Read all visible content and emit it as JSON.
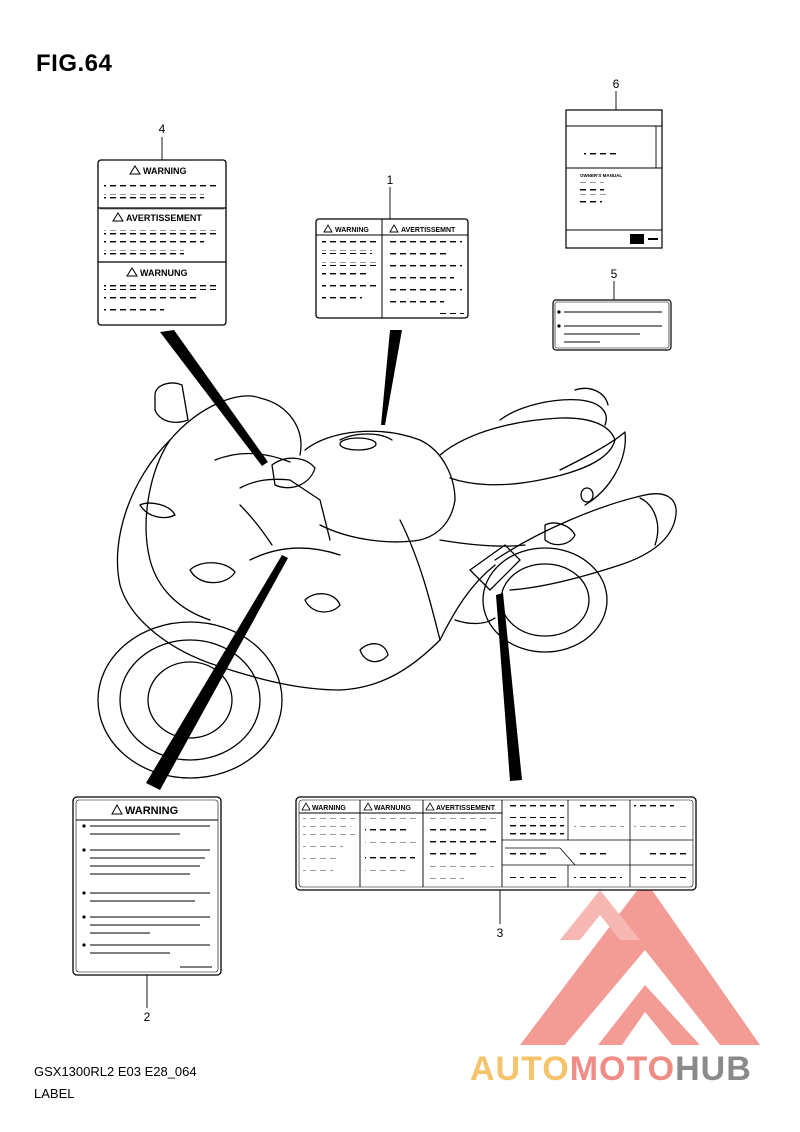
{
  "figure": {
    "title": "FIG.64",
    "model_code": "GSX1300RL2 E03 E28_064",
    "section_name": "LABEL"
  },
  "callouts": {
    "c1": "1",
    "c2": "2",
    "c3": "3",
    "c4": "4",
    "c5": "5",
    "c6": "6"
  },
  "label1": {
    "left_header": "WARNING",
    "right_header": "AVERTISSEMNT"
  },
  "label2": {
    "header": "WARNING"
  },
  "label3": {
    "h1": "WARNING",
    "h2": "WARNUNG",
    "h3": "AVERTISSEMENT"
  },
  "label4": {
    "h1": "WARNING",
    "h2": "AVERTISSEMENT",
    "h3": "WARNUNG"
  },
  "label6": {
    "heading": "OWNER'S MANUAL"
  },
  "watermark": {
    "part1": "AUTO",
    "part2": "MOTO",
    "part3": "HUB",
    "color_auto": "#f5c46a",
    "color_moto": "#f08c86",
    "color_hub": "#8a8a8a",
    "color_logo": "#f07a72"
  },
  "icons": [
    "warning-triangle-icon",
    "book-icon",
    "bullet-icon"
  ]
}
